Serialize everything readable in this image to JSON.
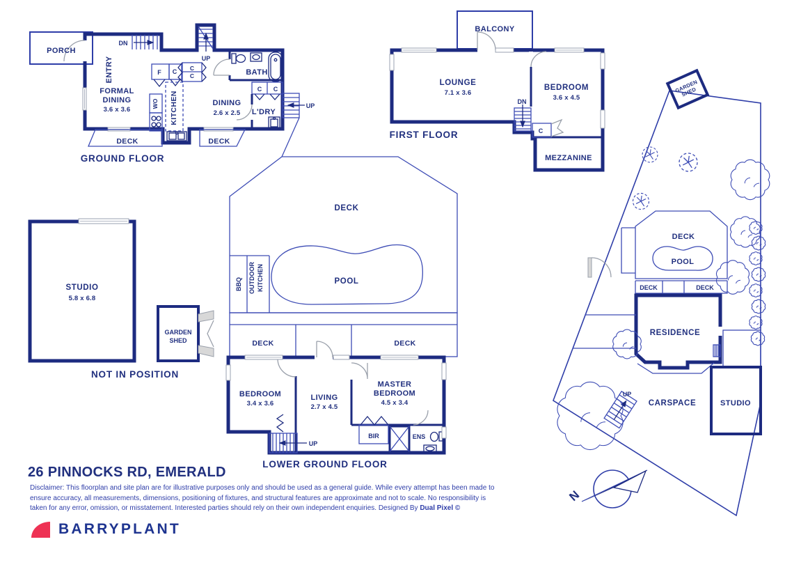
{
  "colors": {
    "wall": "#1d2b80",
    "line": "#3d4cb5",
    "line2": "#2e3da8",
    "text": "#21307f",
    "door": "#9aa0ab",
    "red": "#ee3254"
  },
  "title": "26 PINNOCKS RD, EMERALD",
  "footer": {
    "disclaimer_l1": "Disclaimer: This floorplan and site plan are for illustrative purposes only and should be used as a general guide. While every attempt has been made to",
    "disclaimer_l2": "ensure accuracy, all measurements, dimensions, positioning of fixtures, and structural features are approximate and not to scale. No responsibility is",
    "disclaimer_l3": "taken for any error, omission, or misstatement. Interested parties should rely on their own independent enquiries. Designed By ",
    "disclaimer_bold": "Dual Pixel ©",
    "brand": "BARRYPLANT"
  },
  "ground_floor": {
    "section": "GROUND FLOOR",
    "porch": "PORCH",
    "entry": "ENTRY",
    "dn": "DN",
    "up_top": "UP",
    "fridge": "F",
    "cupboard": "C",
    "linen1": "C",
    "linen2": "C",
    "wall_oven": "WO",
    "kitchen": "KITCHEN",
    "formal_dining_l1": "FORMAL",
    "formal_dining_l2": "DINING",
    "formal_dining_dims": "3.6 x 3.6",
    "dining": "DINING",
    "dining_dims": "2.6 x 2.5",
    "bath": "BATH",
    "c1": "C",
    "c2": "C",
    "laundry": "L'DRY",
    "up_right": "UP",
    "deck_left": "DECK",
    "deck_right": "DECK"
  },
  "first_floor": {
    "section": "FIRST FLOOR",
    "balcony": "BALCONY",
    "lounge": "LOUNGE",
    "lounge_dims": "7.1 x 3.6",
    "bedroom": "BEDROOM",
    "bedroom_dims": "3.6 x 4.5",
    "dn": "DN",
    "closet": "C",
    "mezzanine": "MEZZANINE"
  },
  "lower_ground": {
    "section": "LOWER GROUND FLOOR",
    "deck": "DECK",
    "pool": "POOL",
    "bbq": "BBQ",
    "outdoor_l1": "OUTDOOR",
    "outdoor_l2": "KITCHEN",
    "deck_left": "DECK",
    "deck_right": "DECK",
    "bedroom": "BEDROOM",
    "bedroom_dims": "3.4 x 3.6",
    "living": "LIVING",
    "living_dims": "2.7 x 4.5",
    "master_l1": "MASTER",
    "master_l2": "BEDROOM",
    "master_dims": "4.5 x 3.4",
    "bir": "BIR",
    "ens": "ENS",
    "up": "UP"
  },
  "not_in_position": {
    "section": "NOT IN POSITION",
    "studio": "STUDIO",
    "studio_dims": "5.8 x 6.8",
    "shed_l1": "GARDEN",
    "shed_l2": "SHED"
  },
  "site_plan": {
    "shed_l1": "GARDEN",
    "shed_l2": "SHED",
    "deck": "DECK",
    "pool": "POOL",
    "deck_left": "DECK",
    "deck_right": "DECK",
    "residence": "RESIDENCE",
    "up": "UP",
    "carspace": "CARSPACE",
    "studio": "STUDIO",
    "north": "N"
  }
}
